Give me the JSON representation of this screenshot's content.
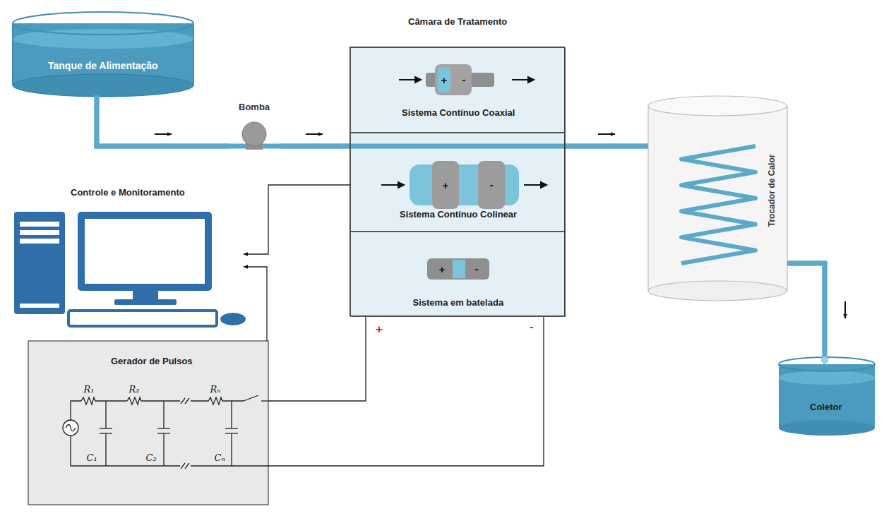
{
  "diagram": {
    "nodes": [
      {
        "text": [
          "Tanque de Alimentação"
        ]
      },
      {
        "text": [
          "Bomba"
        ]
      },
      {
        "text": [
          "Câmara de Tratamento"
        ]
      },
      {
        "text": [
          "Sistema Contínuo Coaxial"
        ],
        "in": 2
      },
      {
        "text": [
          "Sistema Contínuo Colinear"
        ],
        "in": 2
      },
      {
        "text": [
          "Sistema em batelada"
        ],
        "in": 2
      },
      {
        "text": [
          "Controle e Monitoramento"
        ]
      },
      {
        "text": [
          "Gerador de Pulsos"
        ]
      },
      {
        "text": [
          "Trocador de Calor"
        ]
      },
      {
        "text": [
          "Coletor"
        ]
      }
    ],
    "edges": [
      {
        "from": 0,
        "to": 1,
        "arrow": "to"
      },
      {
        "from": 1,
        "to": 2,
        "arrow": "to"
      },
      {
        "from": 2,
        "to": 8,
        "arrow": "to"
      },
      {
        "from": 8,
        "to": 9,
        "arrow": "to"
      },
      {
        "from": 2,
        "to": 6,
        "arrow": "to"
      },
      {
        "from": 7,
        "to": 6,
        "arrow": "to"
      },
      {
        "from": 7,
        "to": 2,
        "arrow": "none"
      },
      {
        "from": 7,
        "to": 2,
        "arrow": "none"
      }
    ],
    "labels": [
      "+",
      "-",
      "+",
      "-",
      "+",
      "-",
      "+",
      "-",
      "R₁",
      "R₂",
      "Rₙ",
      "C₁",
      "C₂",
      "Cₙ"
    ]
  }
}
